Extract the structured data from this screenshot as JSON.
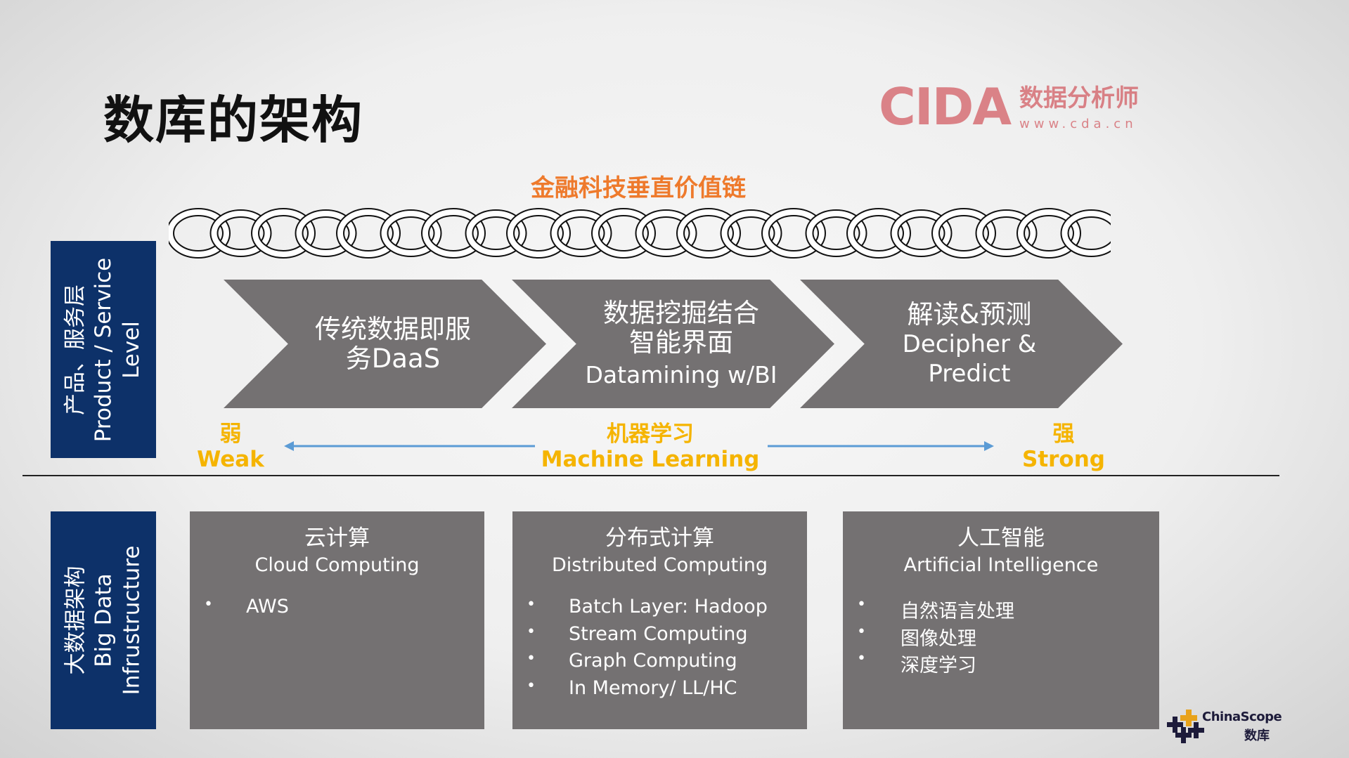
{
  "title": "数库的架构",
  "chain_title": "金融科技垂直价值链",
  "service_level": {
    "label_cn": "产品、服务层",
    "label_en_1": "Product / Service",
    "label_en_2": "Level"
  },
  "chevrons": [
    {
      "lines": [
        "传统数据即服",
        "务DaaS"
      ]
    },
    {
      "lines": [
        "数据挖掘结合",
        "智能界面",
        "Datamining w/BI"
      ]
    },
    {
      "lines": [
        "解读&预测",
        "Decipher &",
        "Predict"
      ]
    }
  ],
  "scale": {
    "weak_cn": "弱",
    "weak_en": "Weak",
    "middle_cn": "机器学习",
    "middle_en": "Machine Learning",
    "strong_cn": "强",
    "strong_en": "Strong"
  },
  "infra_level": {
    "label_cn": "大数据架构",
    "label_en_1": "Big Data",
    "label_en_2": "Infrustructure"
  },
  "boxes": [
    {
      "title": "云计算",
      "subtitle": "Cloud Computing",
      "items": [
        "AWS"
      ]
    },
    {
      "title": "分布式计算",
      "subtitle": "Distributed Computing",
      "items": [
        "Batch Layer: Hadoop",
        "Stream Computing",
        "Graph Computing",
        "In Memory/ LL/HC"
      ]
    },
    {
      "title": "人工智能",
      "subtitle": "Artificial Intelligence",
      "items": [
        "自然语言处理",
        "图像处理",
        "深度学习"
      ]
    }
  ],
  "watermark": {
    "text": "CIDA",
    "text_cn": "数据分析师",
    "url": "www.cda.cn"
  },
  "logo": {
    "name": "ChinaScope",
    "name_cn": "数库"
  },
  "colors": {
    "navy": "#0d3169",
    "gray": "#747172",
    "orange": "#ee7a2c",
    "gold": "#f5b400",
    "arrow": "#5b9bd5"
  }
}
